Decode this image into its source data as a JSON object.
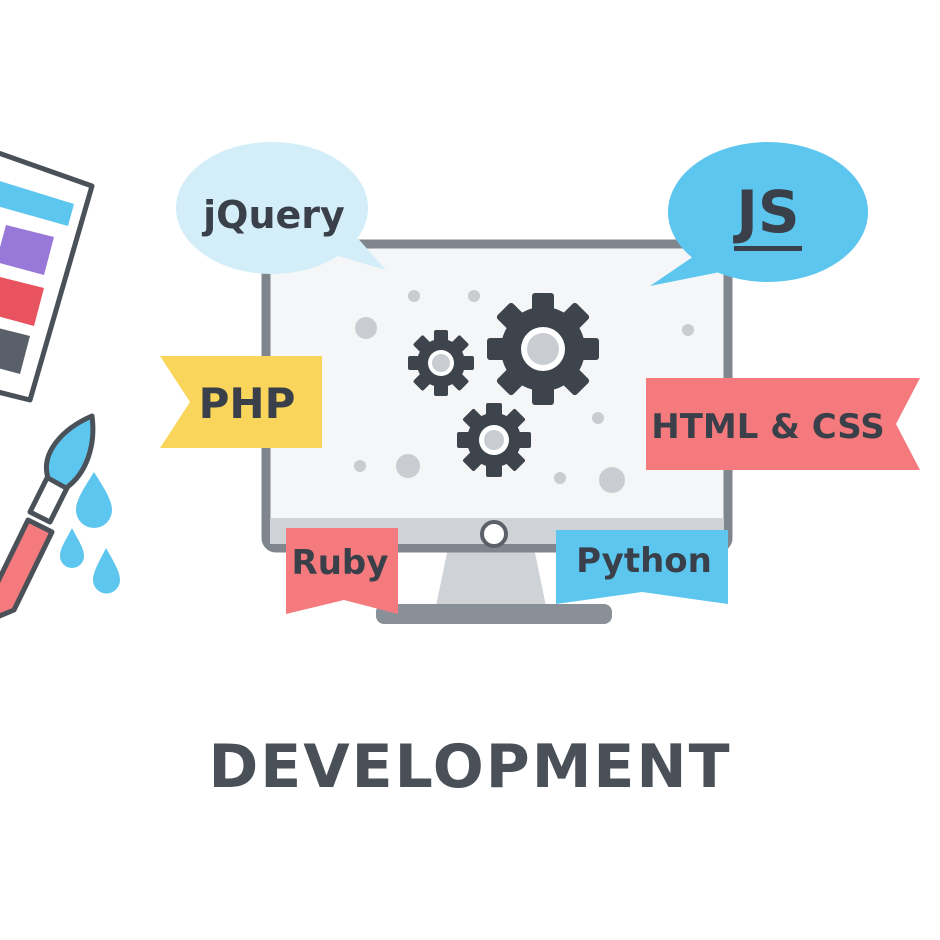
{
  "labels": {
    "jquery": "jQuery",
    "js": "JS",
    "php": "PHP",
    "html_css": "HTML & CSS",
    "ruby": "Ruby",
    "python": "Python"
  },
  "caption": "DEVELOPMENT",
  "icons": {
    "monitor": "monitor-icon",
    "gears": "gears-icon",
    "design_palette": "palette-sheet-icon",
    "paint_brush": "paint-brush-icon",
    "water_drops": "water-drop-icon"
  },
  "colors": {
    "text_dark": "#3a4049",
    "caption": "#4a5058",
    "monitor_frame": "#80868e",
    "gear": "#3e444c",
    "bubble_light_blue": "#d3eef8",
    "bubble_blue": "#5cc6ef",
    "ribbon_yellow": "#f9d55b",
    "ribbon_red": "#f47a7d",
    "ribbon_blue": "#5cc6ef",
    "swatch_purple": "#9878d8",
    "swatch_red": "#e8535f",
    "swatch_gray": "#59606a"
  }
}
